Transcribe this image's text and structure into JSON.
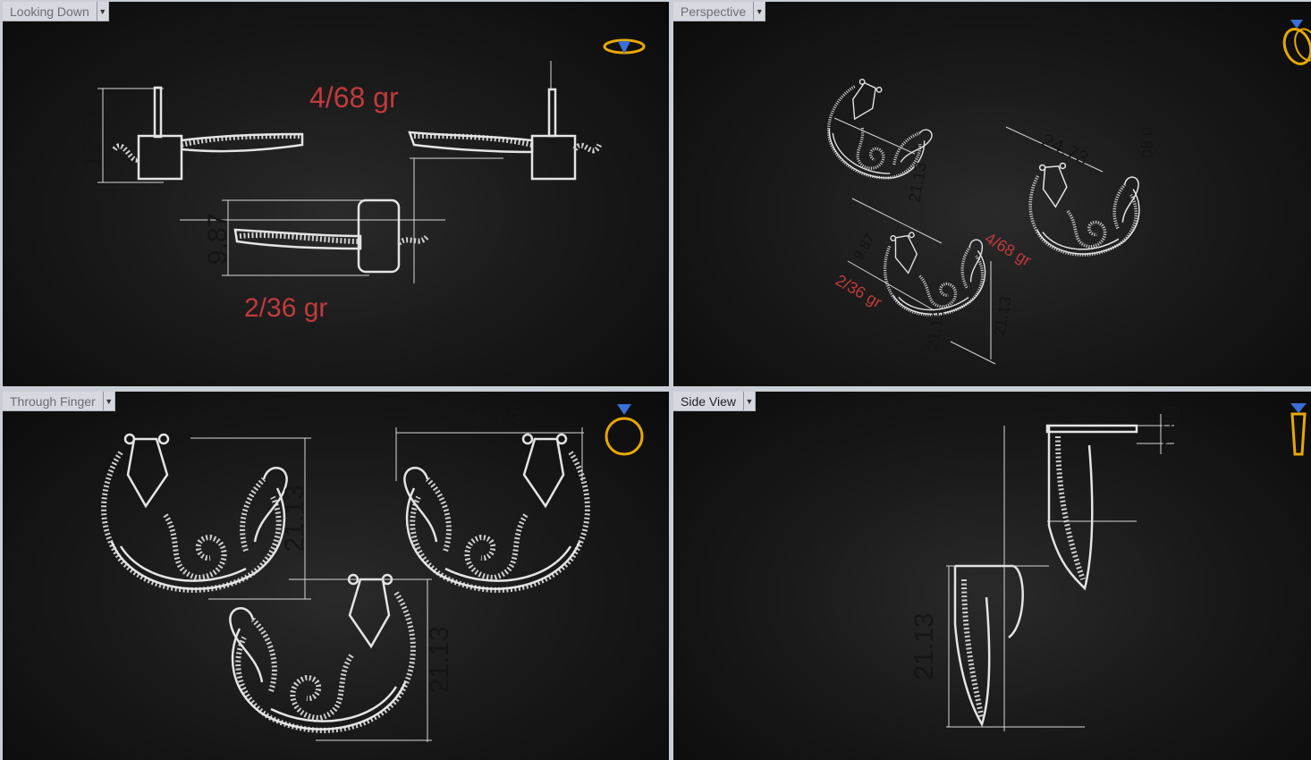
{
  "viewports": [
    {
      "label": "Looking Down",
      "dims": [
        "12.28",
        "9.87"
      ],
      "weights": [
        "4/68 gr",
        "2/36 gr"
      ],
      "icon": "ring-top-icon"
    },
    {
      "label": "Perspective",
      "dims": [
        "24.73",
        "0.80",
        "21.13",
        "9.87",
        "21.13",
        "21.13"
      ],
      "weights": [
        "4/68 gr",
        "2/36 gr"
      ],
      "icon": "ring-perspective-icon"
    },
    {
      "label": "Through Finger",
      "dims": [
        "24.73",
        "21.13",
        "21.13"
      ],
      "icon": "ring-front-icon"
    },
    {
      "label": "Side View",
      "dims": [
        "0.80",
        "21.13"
      ],
      "icon": "ring-side-icon"
    }
  ],
  "colors": {
    "background": "#111111",
    "geometry": "#e4e4e4",
    "weight_text": "#c23a3c",
    "ring_icon": "#e8a800",
    "gem_icon": "#3a6fd8"
  }
}
